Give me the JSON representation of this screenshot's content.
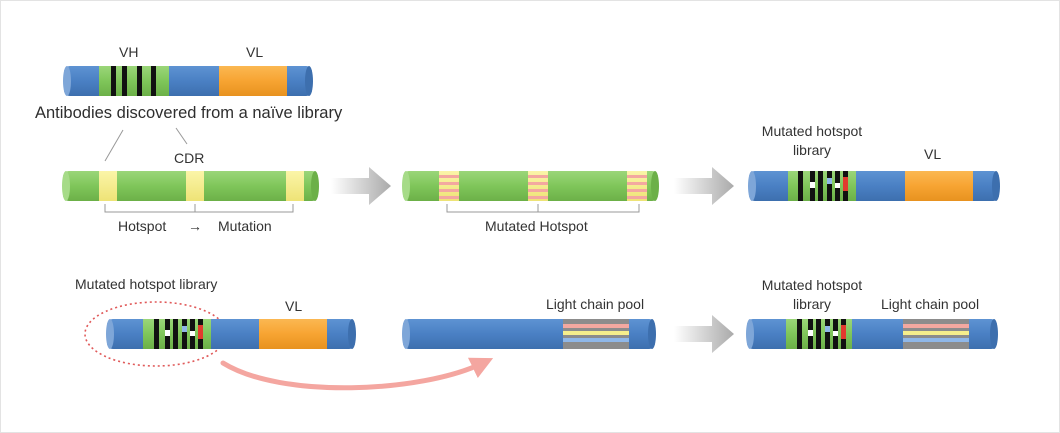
{
  "labels": {
    "vh": "VH",
    "vl_top": "VL",
    "antibodies_caption": "Antibodies discovered from a naïve library",
    "cdr": "CDR",
    "hotspot": "Hotspot",
    "arrow_glyph": "→",
    "mutation": "Mutation",
    "mutated_hotspot": "Mutated Hotspot",
    "mutated_hotspot_library_line1": "Mutated hotspot",
    "mutated_hotspot_library_line2": "library",
    "vl_mid": "VL",
    "mutated_hotspot_library_single": "Mutated hotspot library",
    "vl_bottom": "VL",
    "light_chain_pool": "Light chain pool",
    "mutated_hotspot_library_line1_b": "Mutated hotspot",
    "mutated_hotspot_library_line2_b": "library",
    "light_chain_pool_b": "Light chain pool"
  },
  "colors": {
    "heavy_blue": "#4a80c4",
    "vh_green": "#7fc65a",
    "vl_orange": "#f7a432",
    "hotspot_yellow": "#f6ee8c",
    "mutation_pink": "#f3a8a0",
    "flow_arrow_gray": "#b8b8b8",
    "curve_arrow_pink": "#f4a6a0",
    "dotted_red": "#e05a5a",
    "mutation_red": "#e23b2e"
  }
}
